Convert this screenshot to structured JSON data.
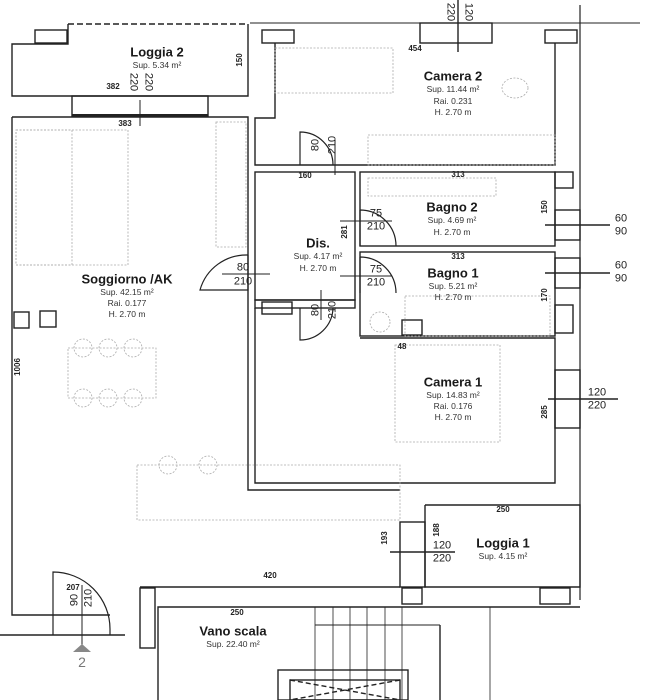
{
  "rooms": {
    "loggia2": {
      "name": "Loggia 2",
      "sup": "Sup. 5.34 m²"
    },
    "camera2": {
      "name": "Camera 2",
      "sup": "Sup. 11.44 m²",
      "rai": "Rai. 0.231",
      "h": "H. 2.70 m"
    },
    "bagno2": {
      "name": "Bagno 2",
      "sup": "Sup. 4.69 m²",
      "h": "H. 2.70 m"
    },
    "dis": {
      "name": "Dis.",
      "sup": "Sup. 4.17 m²",
      "h": "H. 2.70 m"
    },
    "bagno1": {
      "name": "Bagno 1",
      "sup": "Sup. 5.21 m²",
      "h": "H. 2.70 m"
    },
    "soggiorno": {
      "name": "Soggiorno /AK",
      "sup": "Sup. 42.15 m²",
      "rai": "Rai. 0.177",
      "h": "H. 2.70 m"
    },
    "camera1": {
      "name": "Camera 1",
      "sup": "Sup. 14.83 m²",
      "rai": "Rai. 0.176",
      "h": "H. 2.70 m"
    },
    "loggia1": {
      "name": "Loggia 1",
      "sup": "Sup. 4.15 m²"
    },
    "vano_scala": {
      "name": "Vano scala",
      "sup": "Sup. 22.40 m²"
    }
  },
  "dimensions": {
    "d150a": "150",
    "d382": "382",
    "d383": "383",
    "d220a": "220",
    "d220b": "220",
    "d454": "454",
    "d220c": "220",
    "d120c": "120",
    "d160": "160",
    "d313a": "313",
    "d313b": "313",
    "d150b": "150",
    "d281": "281",
    "d170": "170",
    "d1006": "1006",
    "d48": "48",
    "d285": "285",
    "d250a": "250",
    "d188": "188",
    "d193": "193",
    "d420": "420",
    "d207": "207",
    "d250b": "250"
  },
  "doors": {
    "camera2_door": [
      "80",
      "210"
    ],
    "bagno2_door": [
      "75",
      "210"
    ],
    "bagno1_door": [
      "75",
      "210"
    ],
    "soggiorno_door": [
      "80",
      "210"
    ],
    "camera1_door": [
      "80",
      "210"
    ],
    "bagno2_window": [
      "60",
      "90"
    ],
    "bagno1_window": [
      "60",
      "90"
    ],
    "camera1_window": [
      "120",
      "220"
    ],
    "loggia1_window": [
      "120",
      "220"
    ],
    "entrance_door": [
      "90",
      "210"
    ]
  },
  "section_marker": "2"
}
